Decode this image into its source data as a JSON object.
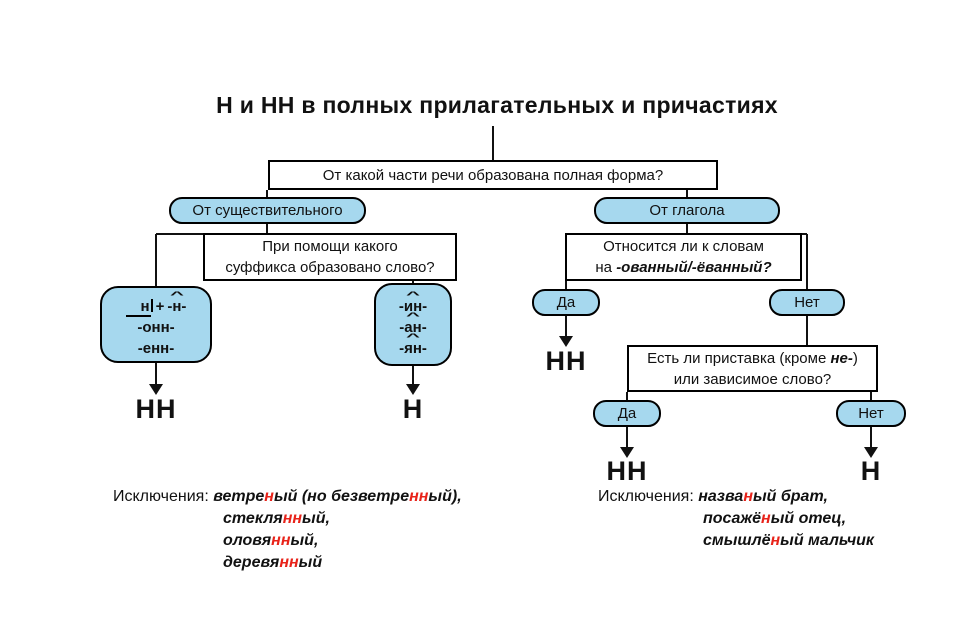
{
  "title": "Н и НН в полных прилагательных и причастиях",
  "colors": {
    "box_fill": "#a6d8ee",
    "red": "#e8231a",
    "line": "#111111"
  },
  "icons": {
    "hat": "^"
  },
  "flow": {
    "q_part_of_speech": "От какой части речи образована полная форма?",
    "from_noun": "От существительного",
    "from_verb": "От глагола",
    "q_suffix": [
      "При помощи какого",
      "суффикса образовано слово?"
    ],
    "noun_box1": {
      "stem": "н",
      "plus": "+",
      "suffix": "-н-",
      "row2": "-онн-",
      "row3": "-енн-"
    },
    "noun_box2": {
      "rows": [
        "-ин-",
        "-ан-",
        "-ян-"
      ]
    },
    "q_ovanny": {
      "line1": "Относится ли к словам",
      "line2": [
        {
          "t": "на "
        },
        {
          "t": "-ованный/-ёванный?",
          "c": "bi"
        }
      ]
    },
    "q_prefix": {
      "line1": [
        {
          "t": "Есть ли приставка (кроме "
        },
        {
          "t": "не-",
          "c": "bi"
        },
        {
          "t": ")"
        }
      ],
      "line2": "или зависимое слово?"
    },
    "yes": "Да",
    "no": "Нет",
    "nn": "НН",
    "n": "Н"
  },
  "exceptions_left": {
    "label": "Исключения:",
    "lines": [
      [
        {
          "t": "ветре"
        },
        {
          "t": "н",
          "c": "red"
        },
        {
          "t": "ый (но безветре"
        },
        {
          "t": "нн",
          "c": "red"
        },
        {
          "t": "ый),"
        }
      ],
      [
        {
          "t": "стекля"
        },
        {
          "t": "нн",
          "c": "red"
        },
        {
          "t": "ый,"
        }
      ],
      [
        {
          "t": "оловя"
        },
        {
          "t": "нн",
          "c": "red"
        },
        {
          "t": "ый,"
        }
      ],
      [
        {
          "t": "деревя"
        },
        {
          "t": "нн",
          "c": "red"
        },
        {
          "t": "ый"
        }
      ]
    ]
  },
  "exceptions_right": {
    "label": "Исключения:",
    "lines": [
      [
        {
          "t": "назва"
        },
        {
          "t": "н",
          "c": "red"
        },
        {
          "t": "ый брат,"
        }
      ],
      [
        {
          "t": "посажё"
        },
        {
          "t": "н",
          "c": "red"
        },
        {
          "t": "ый отец,"
        }
      ],
      [
        {
          "t": "смышлё"
        },
        {
          "t": "н",
          "c": "red"
        },
        {
          "t": "ый мальчик"
        }
      ]
    ]
  }
}
